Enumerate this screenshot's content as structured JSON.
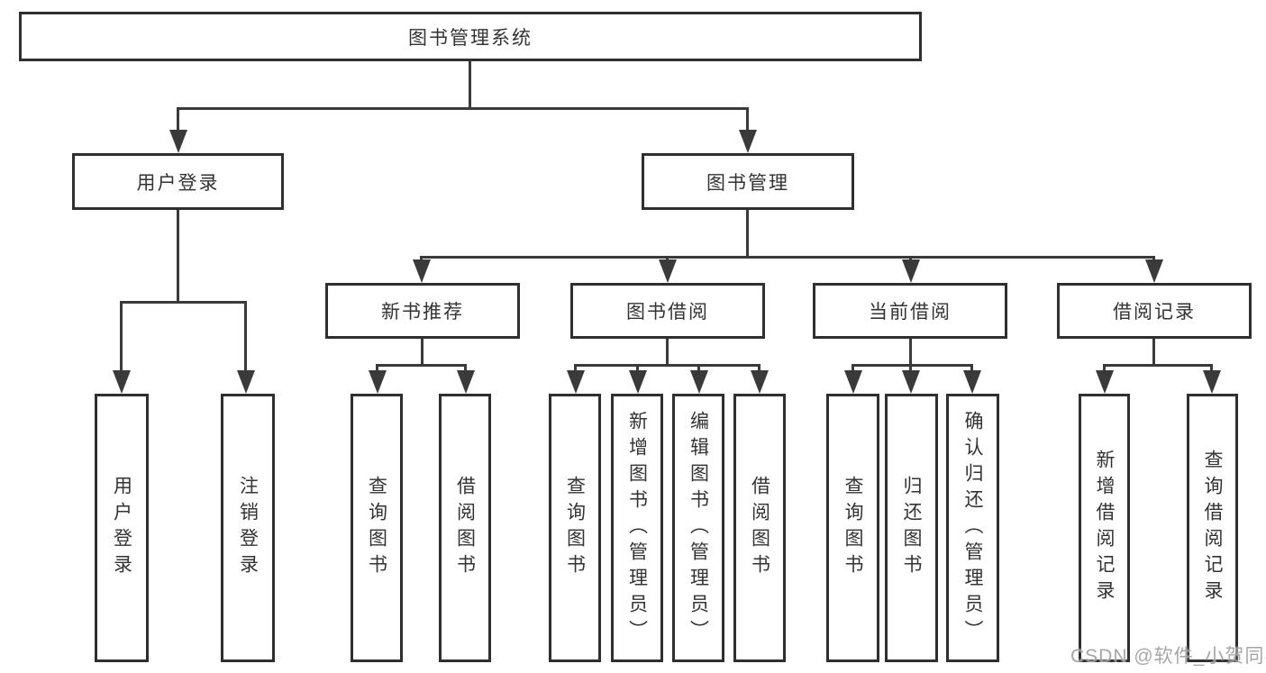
{
  "diagram": {
    "root": {
      "label": "图书管理系统"
    },
    "level2": [
      {
        "label": "用户登录"
      },
      {
        "label": "图书管理"
      }
    ],
    "level3": [
      {
        "label": "新书推荐"
      },
      {
        "label": "图书借阅"
      },
      {
        "label": "当前借阅"
      },
      {
        "label": "借阅记录"
      }
    ],
    "leaves": {
      "user_login": [
        {
          "label": "用户登录"
        },
        {
          "label": "注销登录"
        }
      ],
      "new_book": [
        {
          "label": "查询图书"
        },
        {
          "label": "借阅图书"
        }
      ],
      "book_borrow": [
        {
          "label": "查询图书"
        },
        {
          "label": "新增图书（管理员）"
        },
        {
          "label": "编辑图书（管理员）"
        },
        {
          "label": "借阅图书"
        }
      ],
      "current_borrow": [
        {
          "label": "查询图书"
        },
        {
          "label": "归还图书"
        },
        {
          "label": "确认归还（管理员）"
        }
      ],
      "borrow_records": [
        {
          "label": "新增借阅记录"
        },
        {
          "label": "查询借阅记录"
        }
      ]
    },
    "watermark": "CSDN @软件_小贺同学",
    "colors": {
      "line": "#3a3a3a",
      "box_border": "#2f2f2f",
      "box_bg": "#ffffff",
      "text": "#333333",
      "watermark": "#969696"
    }
  }
}
